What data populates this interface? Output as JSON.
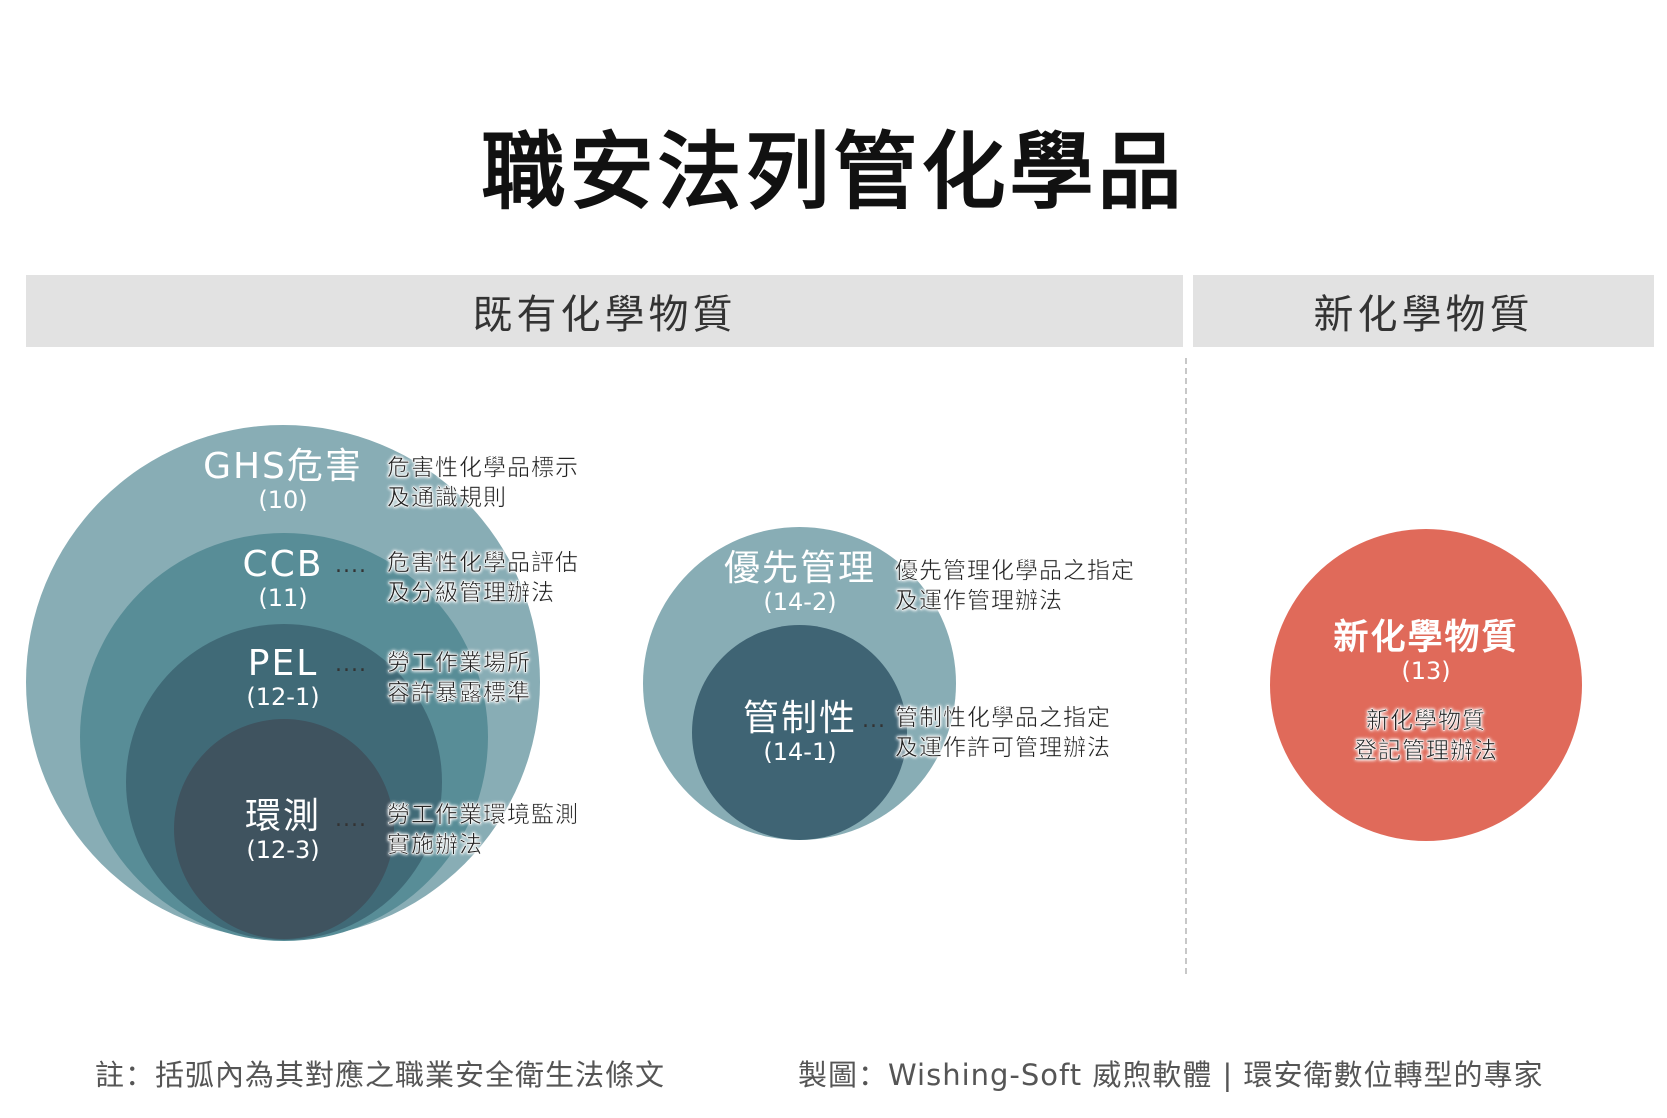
{
  "title": "職安法列管化學品",
  "sections": {
    "existing": "既有化學物質",
    "new": "新化學物質"
  },
  "existing": {
    "ghs": {
      "name": "GHS危害",
      "article": "(10)",
      "desc": [
        "危害性化學品標示",
        "及通識規則"
      ]
    },
    "ccb": {
      "name": "CCB",
      "article": "(11)",
      "dots": "....",
      "desc": [
        "危害性化學品評估",
        "及分級管理辦法"
      ]
    },
    "pel": {
      "name": "PEL",
      "article": "(12-1)",
      "dots": "....",
      "desc": [
        "勞工作業場所",
        "容許暴露標準"
      ]
    },
    "env": {
      "name": "環測",
      "article": "(12-3)",
      "dots": "....",
      "desc": [
        "勞工作業環境監測",
        "實施辦法"
      ]
    },
    "priority": {
      "name": "優先管理",
      "article": "(14-2)",
      "desc": [
        "優先管理化學品之指定",
        "及運作管理辦法"
      ]
    },
    "controlled": {
      "name": "管制性",
      "article": "(14-1)",
      "dots": "...",
      "desc": [
        "管制性化學品之指定",
        "及運作許可管理辦法"
      ]
    }
  },
  "new": {
    "name": "新化學物質",
    "article": "(13)",
    "desc": [
      "新化學物質",
      "登記管理辦法"
    ]
  },
  "footer": {
    "note": "註：括弧內為其對應之職業安全衛生法條文",
    "credit": "製圖：Wishing-Soft 威煦軟體 | 環安衛數位轉型的專家"
  },
  "colors": {
    "ring1": "#88adb5",
    "ring2": "#588d97",
    "ring3": "#406a77",
    "ring4": "#3f535f",
    "priority": "#88adb5",
    "controlled": "#3f6474",
    "new": "#e06a5a",
    "band": "#e2e2e2"
  }
}
